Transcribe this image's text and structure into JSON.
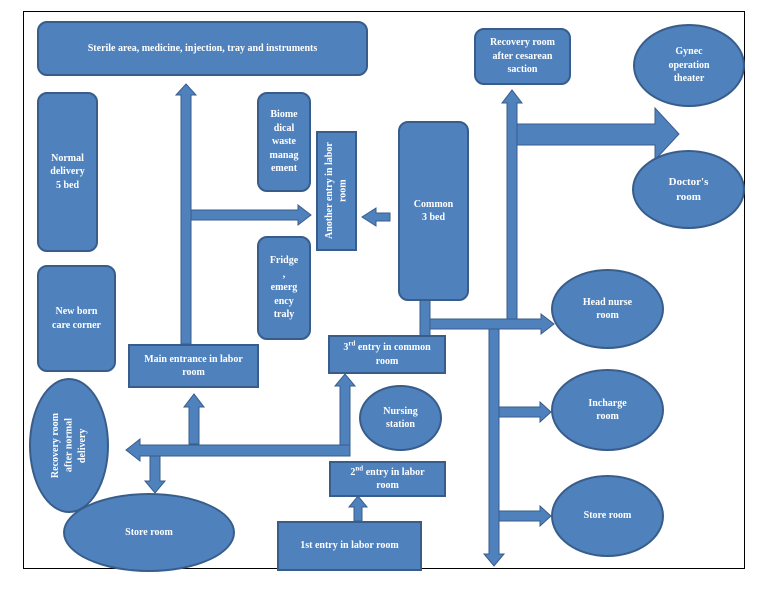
{
  "diagram": {
    "nodes": {
      "sterile_area": "Sterile area, medicine, injection, tray and instruments",
      "recovery_cesarean": "Recovery room\nafter cesarean\nsaction",
      "gynec_ot": "Gynec\noperation\ntheater",
      "doctors_room": "Doctor's\nroom",
      "normal_delivery": "Normal\ndelivery\n5 bed",
      "biomedical_waste": "Biome\ndical\nwaste\nmanag\nement",
      "another_entry": "Another entry in labor room",
      "common_3_bed": "Common\n3 bed",
      "fridge": "Fridge\n,\nemerg\nency\ntraly",
      "new_born_corner": "New born\ncare corner",
      "head_nurse_room": "Head nurse\nroom",
      "main_entrance": "Main entrance in labor\nroom",
      "third_entry_prefix": "3",
      "third_entry_sup": "rd",
      "third_entry_suffix": " entry in common\nroom",
      "recovery_normal": "Recovery room\nafter normal\ndelivery",
      "nursing_station": "Nursing\nstation",
      "incharge_room": "Incharge\nroom",
      "second_entry_prefix": "2",
      "second_entry_sup": "nd",
      "second_entry_suffix": " entry in labor\nroom",
      "store_room_left": "Store room",
      "store_room_right": "Store room",
      "first_entry": "1st entry in labor room"
    },
    "colors": {
      "fill": "#4f81bd",
      "border": "#385d8a",
      "text": "#ffffff"
    }
  }
}
